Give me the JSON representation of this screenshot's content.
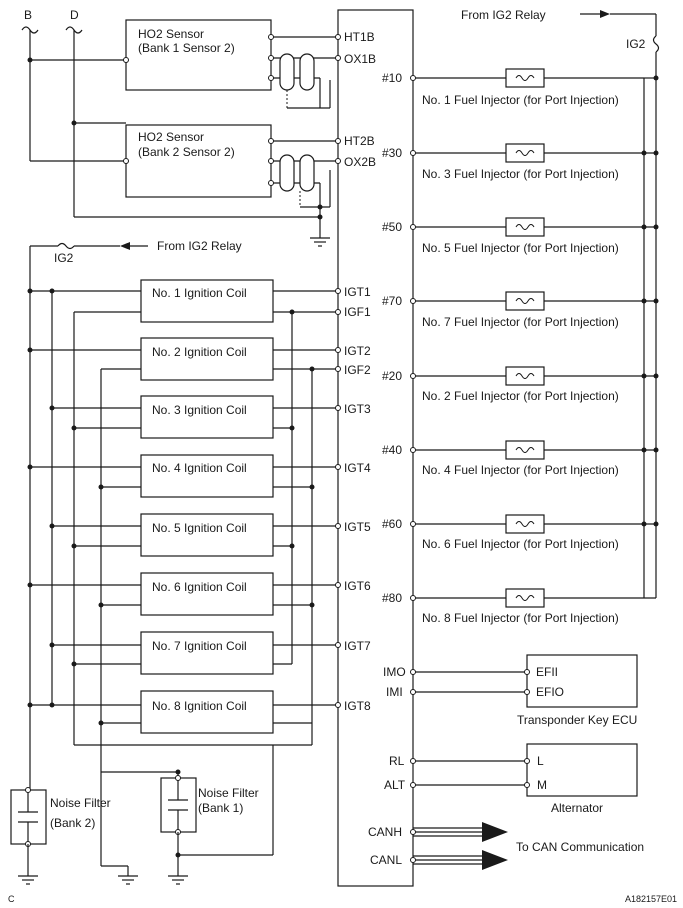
{
  "top_labels": {
    "b": "B",
    "d": "D"
  },
  "ecu_pins": {
    "ht1b": "HT1B",
    "ox1b": "OX1B",
    "ht2b": "HT2B",
    "ox2b": "OX2B",
    "inj": [
      "#10",
      "#30",
      "#50",
      "#70",
      "#20",
      "#40",
      "#60",
      "#80"
    ],
    "igt": [
      "IGT1",
      "IGT2",
      "IGT3",
      "IGT4",
      "IGT5",
      "IGT6",
      "IGT7",
      "IGT8"
    ],
    "igf1": "IGF1",
    "igf2": "IGF2",
    "imo": "IMO",
    "imi": "IMI",
    "rl": "RL",
    "alt": "ALT",
    "canh": "CANH",
    "canl": "CANL"
  },
  "sensors": [
    {
      "line1": "HO2 Sensor",
      "line2": "(Bank 1 Sensor 2)"
    },
    {
      "line1": "HO2 Sensor",
      "line2": "(Bank 2 Sensor 2)"
    }
  ],
  "relay": {
    "from_right": "From IG2 Relay",
    "from_left": "From IG2 Relay",
    "ig2_right": "IG2",
    "ig2_left": "IG2"
  },
  "injectors": [
    "No. 1 Fuel Injector (for Port Injection)",
    "No. 3 Fuel Injector (for Port Injection)",
    "No. 5 Fuel Injector (for Port Injection)",
    "No. 7 Fuel Injector (for Port Injection)",
    "No. 2 Fuel Injector (for Port Injection)",
    "No. 4 Fuel Injector (for Port Injection)",
    "No. 6 Fuel Injector (for Port Injection)",
    "No. 8 Fuel Injector (for Port Injection)"
  ],
  "coils": [
    "No. 1 Ignition Coil",
    "No. 2 Ignition Coil",
    "No. 3 Ignition Coil",
    "No. 4 Ignition Coil",
    "No. 5 Ignition Coil",
    "No. 6 Ignition Coil",
    "No. 7 Ignition Coil",
    "No. 8 Ignition Coil"
  ],
  "noise_filter_bank2": {
    "line1": "Noise Filter",
    "line2": "(Bank 2)"
  },
  "noise_filter_bank1": {
    "line1": "Noise Filter",
    "line2": "(Bank 1)"
  },
  "transponder": {
    "title": "Transponder Key ECU",
    "efii": "EFII",
    "efio": "EFIO"
  },
  "alternator": {
    "title": "Alternator",
    "l": "L",
    "m": "M"
  },
  "can": {
    "label": "To CAN Communication"
  },
  "footer": {
    "left": "C",
    "right": "A182157E01"
  }
}
